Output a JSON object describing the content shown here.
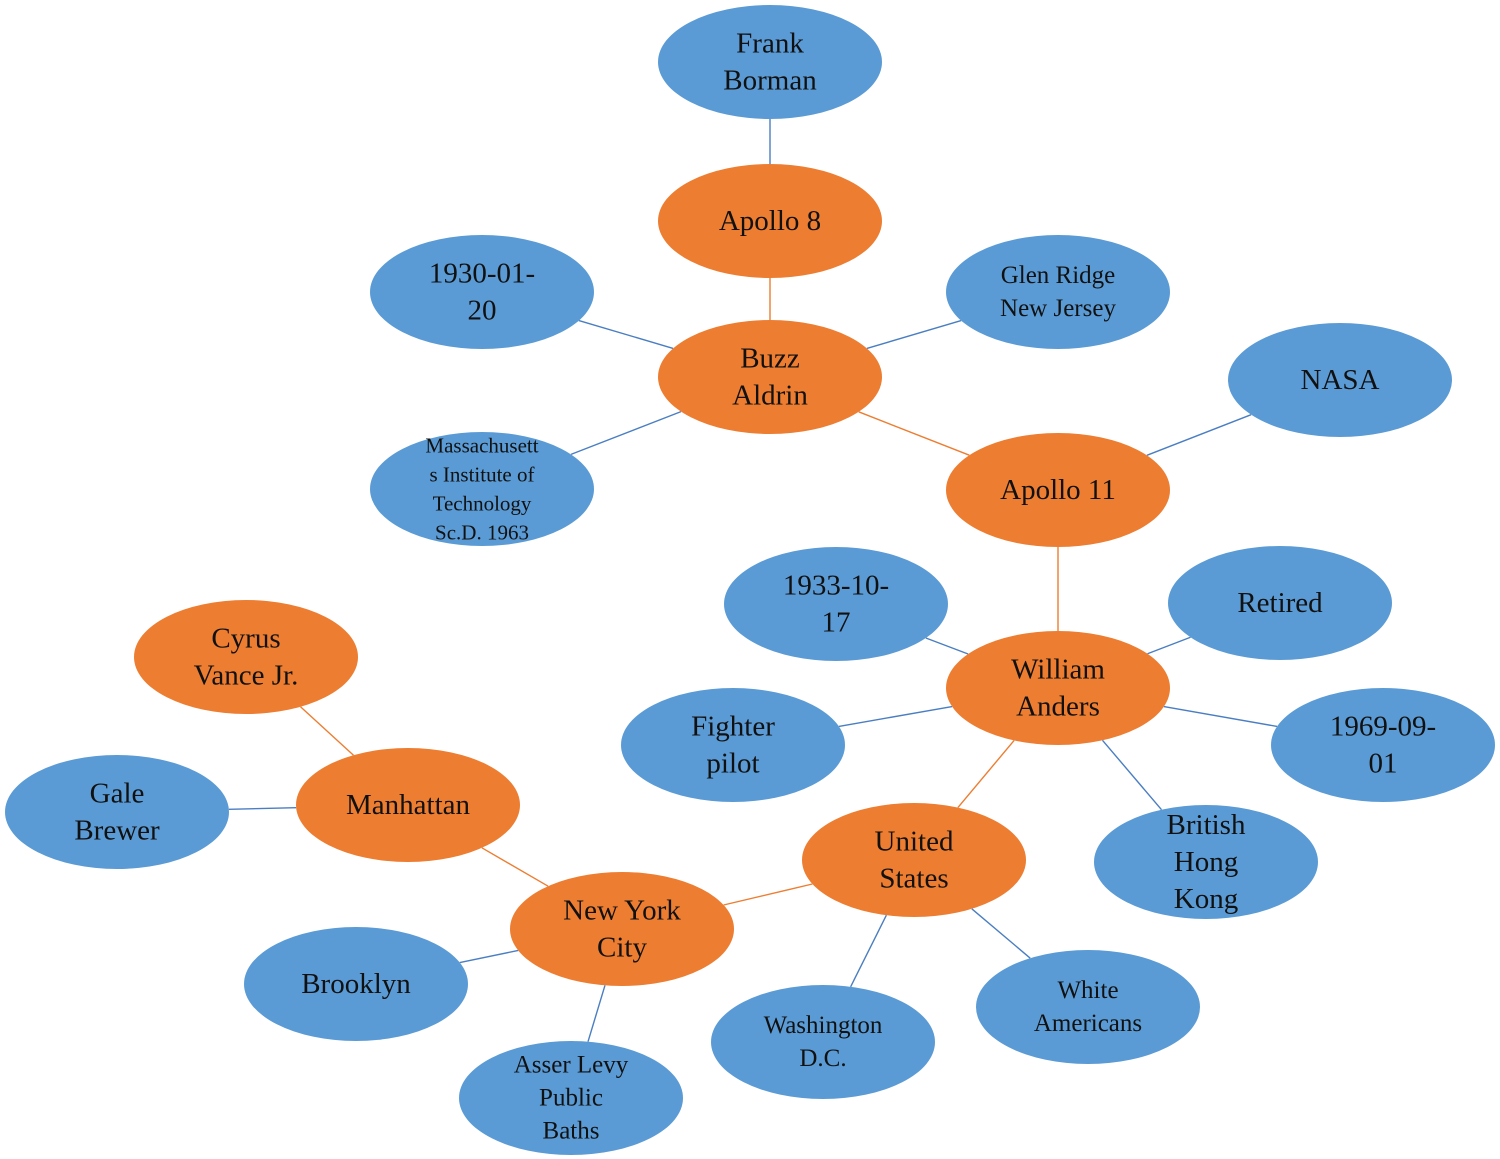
{
  "colors": {
    "entity": "#ED7D31",
    "attribute": "#5B9BD5",
    "entity_edge": "#ED7D31",
    "attribute_edge": "#4A7EC2",
    "text": "#111111"
  },
  "nodes": [
    {
      "id": "frank-borman",
      "kind": "attribute",
      "lines": [
        "Frank",
        "Borman"
      ]
    },
    {
      "id": "apollo-8",
      "kind": "entity",
      "lines": [
        "Apollo 8"
      ]
    },
    {
      "id": "buzz-birth",
      "kind": "attribute",
      "lines": [
        "1930-01-",
        "20"
      ]
    },
    {
      "id": "glen-ridge",
      "kind": "attribute",
      "lines": [
        "Glen Ridge",
        "New Jersey"
      ]
    },
    {
      "id": "buzz-aldrin",
      "kind": "entity",
      "lines": [
        "Buzz",
        "Aldrin"
      ]
    },
    {
      "id": "mit",
      "kind": "attribute",
      "lines": [
        "Massachusett",
        "s Institute of",
        "Technology",
        "Sc.D. 1963"
      ]
    },
    {
      "id": "nasa",
      "kind": "attribute",
      "lines": [
        "NASA"
      ]
    },
    {
      "id": "apollo-11",
      "kind": "entity",
      "lines": [
        "Apollo 11"
      ]
    },
    {
      "id": "anders-birth",
      "kind": "attribute",
      "lines": [
        "1933-10-",
        "17"
      ]
    },
    {
      "id": "retired",
      "kind": "attribute",
      "lines": [
        "Retired"
      ]
    },
    {
      "id": "william-anders",
      "kind": "entity",
      "lines": [
        "William",
        "Anders"
      ]
    },
    {
      "id": "fighter-pilot",
      "kind": "attribute",
      "lines": [
        "Fighter",
        "pilot"
      ]
    },
    {
      "id": "anders-date",
      "kind": "attribute",
      "lines": [
        "1969-09-",
        "01"
      ]
    },
    {
      "id": "hong-kong",
      "kind": "attribute",
      "lines": [
        "British",
        "Hong",
        "Kong"
      ]
    },
    {
      "id": "cyrus-vance",
      "kind": "entity",
      "lines": [
        "Cyrus",
        "Vance Jr."
      ]
    },
    {
      "id": "gale-brewer",
      "kind": "attribute",
      "lines": [
        "Gale",
        "Brewer"
      ]
    },
    {
      "id": "manhattan",
      "kind": "entity",
      "lines": [
        "Manhattan"
      ]
    },
    {
      "id": "united-states",
      "kind": "entity",
      "lines": [
        "United",
        "States"
      ]
    },
    {
      "id": "new-york-city",
      "kind": "entity",
      "lines": [
        "New York",
        "City"
      ]
    },
    {
      "id": "brooklyn",
      "kind": "attribute",
      "lines": [
        "Brooklyn"
      ]
    },
    {
      "id": "white-americans",
      "kind": "attribute",
      "lines": [
        "White",
        "Americans"
      ]
    },
    {
      "id": "washington-dc",
      "kind": "attribute",
      "lines": [
        "Washington",
        "D.C."
      ]
    },
    {
      "id": "asser-levy",
      "kind": "attribute",
      "lines": [
        "Asser Levy",
        "Public",
        "Baths"
      ]
    }
  ],
  "edges": [
    {
      "from": "frank-borman",
      "to": "apollo-8",
      "kind": "attribute"
    },
    {
      "from": "apollo-8",
      "to": "buzz-aldrin",
      "kind": "entity"
    },
    {
      "from": "buzz-birth",
      "to": "buzz-aldrin",
      "kind": "attribute"
    },
    {
      "from": "glen-ridge",
      "to": "buzz-aldrin",
      "kind": "attribute"
    },
    {
      "from": "mit",
      "to": "buzz-aldrin",
      "kind": "attribute"
    },
    {
      "from": "buzz-aldrin",
      "to": "apollo-11",
      "kind": "entity"
    },
    {
      "from": "nasa",
      "to": "apollo-11",
      "kind": "attribute"
    },
    {
      "from": "apollo-11",
      "to": "william-anders",
      "kind": "entity"
    },
    {
      "from": "anders-birth",
      "to": "william-anders",
      "kind": "attribute"
    },
    {
      "from": "retired",
      "to": "william-anders",
      "kind": "attribute"
    },
    {
      "from": "fighter-pilot",
      "to": "william-anders",
      "kind": "attribute"
    },
    {
      "from": "anders-date",
      "to": "william-anders",
      "kind": "attribute"
    },
    {
      "from": "hong-kong",
      "to": "william-anders",
      "kind": "attribute"
    },
    {
      "from": "william-anders",
      "to": "united-states",
      "kind": "entity"
    },
    {
      "from": "united-states",
      "to": "new-york-city",
      "kind": "entity"
    },
    {
      "from": "washington-dc",
      "to": "united-states",
      "kind": "attribute"
    },
    {
      "from": "white-americans",
      "to": "united-states",
      "kind": "attribute"
    },
    {
      "from": "cyrus-vance",
      "to": "manhattan",
      "kind": "entity"
    },
    {
      "from": "gale-brewer",
      "to": "manhattan",
      "kind": "attribute"
    },
    {
      "from": "manhattan",
      "to": "new-york-city",
      "kind": "entity"
    },
    {
      "from": "brooklyn",
      "to": "new-york-city",
      "kind": "attribute"
    },
    {
      "from": "asser-levy",
      "to": "new-york-city",
      "kind": "attribute"
    }
  ]
}
